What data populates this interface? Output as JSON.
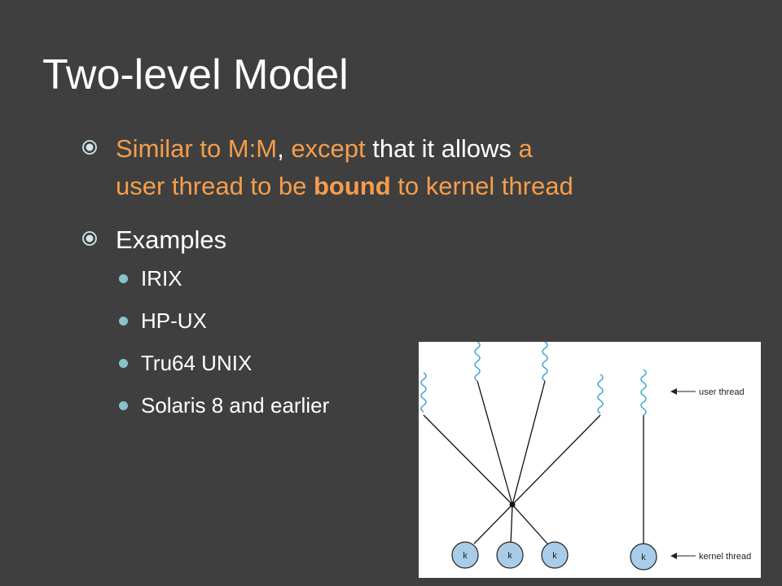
{
  "slide": {
    "title": "Two-level Model"
  },
  "bullets": {
    "first": {
      "part1": "Similar to M:M",
      "part2": ", ",
      "part3": "except",
      "part4": " that it allows ",
      "part5": "a user thread to be ",
      "part6": "bound",
      "part7": " to kernel thread"
    },
    "second": {
      "label": "Examples",
      "items": [
        "IRIX",
        "HP-UX",
        "Tru64 UNIX",
        "Solaris 8 and earlier"
      ]
    }
  },
  "figure": {
    "user_thread_label": "user thread",
    "kernel_thread_label": "kernel thread",
    "kernel_node_label": "k"
  },
  "colors": {
    "background": "#3f3f3f",
    "accent_orange": "#f59d4c",
    "bullet_blue": "#8bc2cc",
    "thread_blue": "#4aa8d8",
    "kernel_fill": "#a9cde8"
  }
}
